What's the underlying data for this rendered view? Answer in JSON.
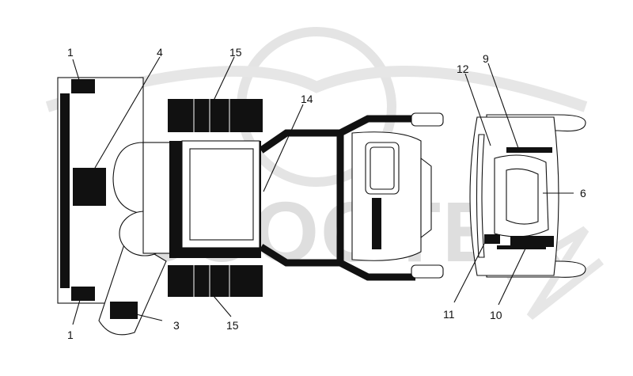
{
  "diagram": {
    "watermark": {
      "text": "SCOOTER"
    },
    "callouts": [
      {
        "id": "callout-1-top",
        "text": "1"
      },
      {
        "id": "callout-1-bottom",
        "text": "1"
      },
      {
        "id": "callout-3",
        "text": "3"
      },
      {
        "id": "callout-4",
        "text": "4"
      },
      {
        "id": "callout-6",
        "text": "6"
      },
      {
        "id": "callout-9",
        "text": "9"
      },
      {
        "id": "callout-10",
        "text": "10"
      },
      {
        "id": "callout-11",
        "text": "11"
      },
      {
        "id": "callout-12",
        "text": "12"
      },
      {
        "id": "callout-14",
        "text": "14"
      },
      {
        "id": "callout-15-top",
        "text": "15"
      },
      {
        "id": "callout-15-bottom",
        "text": "15"
      }
    ]
  }
}
